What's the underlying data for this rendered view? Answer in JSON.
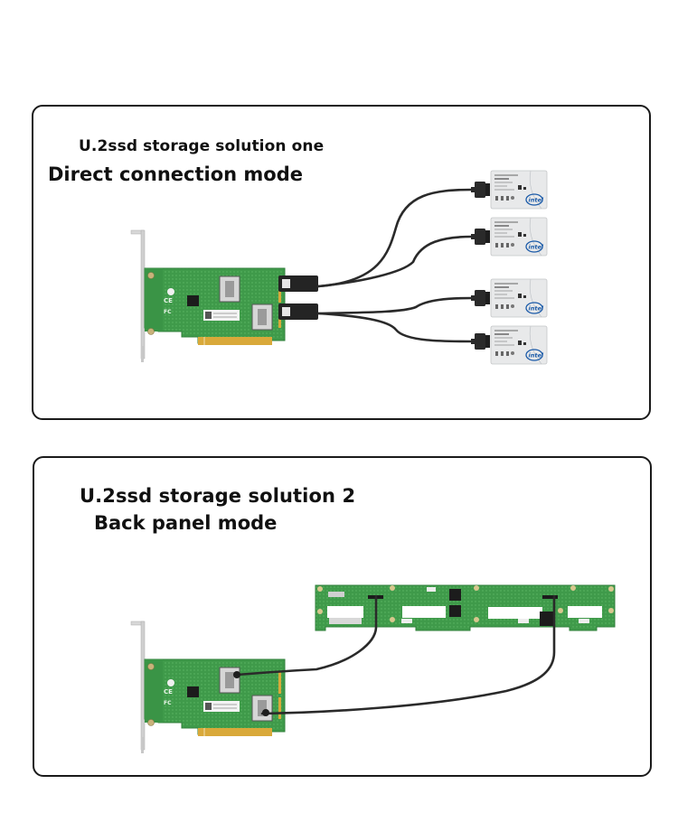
{
  "panels": [
    {
      "subtitle": "U.2ssd storage solution one",
      "title": "Direct connection mode",
      "adapter": {
        "type": "PCIe x16 adapter card",
        "ports": 2
      },
      "drives": [
        {
          "brand": "intel"
        },
        {
          "brand": "intel"
        },
        {
          "brand": "intel"
        },
        {
          "brand": "intel"
        }
      ]
    },
    {
      "subtitle": "U.2ssd storage solution 2",
      "title": "Back panel mode",
      "adapter": {
        "type": "PCIe x16 adapter card",
        "ports": 2
      },
      "backplane": {
        "type": "drive backplane"
      }
    }
  ],
  "colors": {
    "border": "#1a1a1a",
    "pcb_green": "#3f9a4a",
    "pcb_dark": "#2f7f3a",
    "gold_finger": "#d9a93a",
    "cable": "#2a2a2a",
    "ssd_body": "#e8e9ea",
    "intel_blue": "#1a5aa8"
  }
}
